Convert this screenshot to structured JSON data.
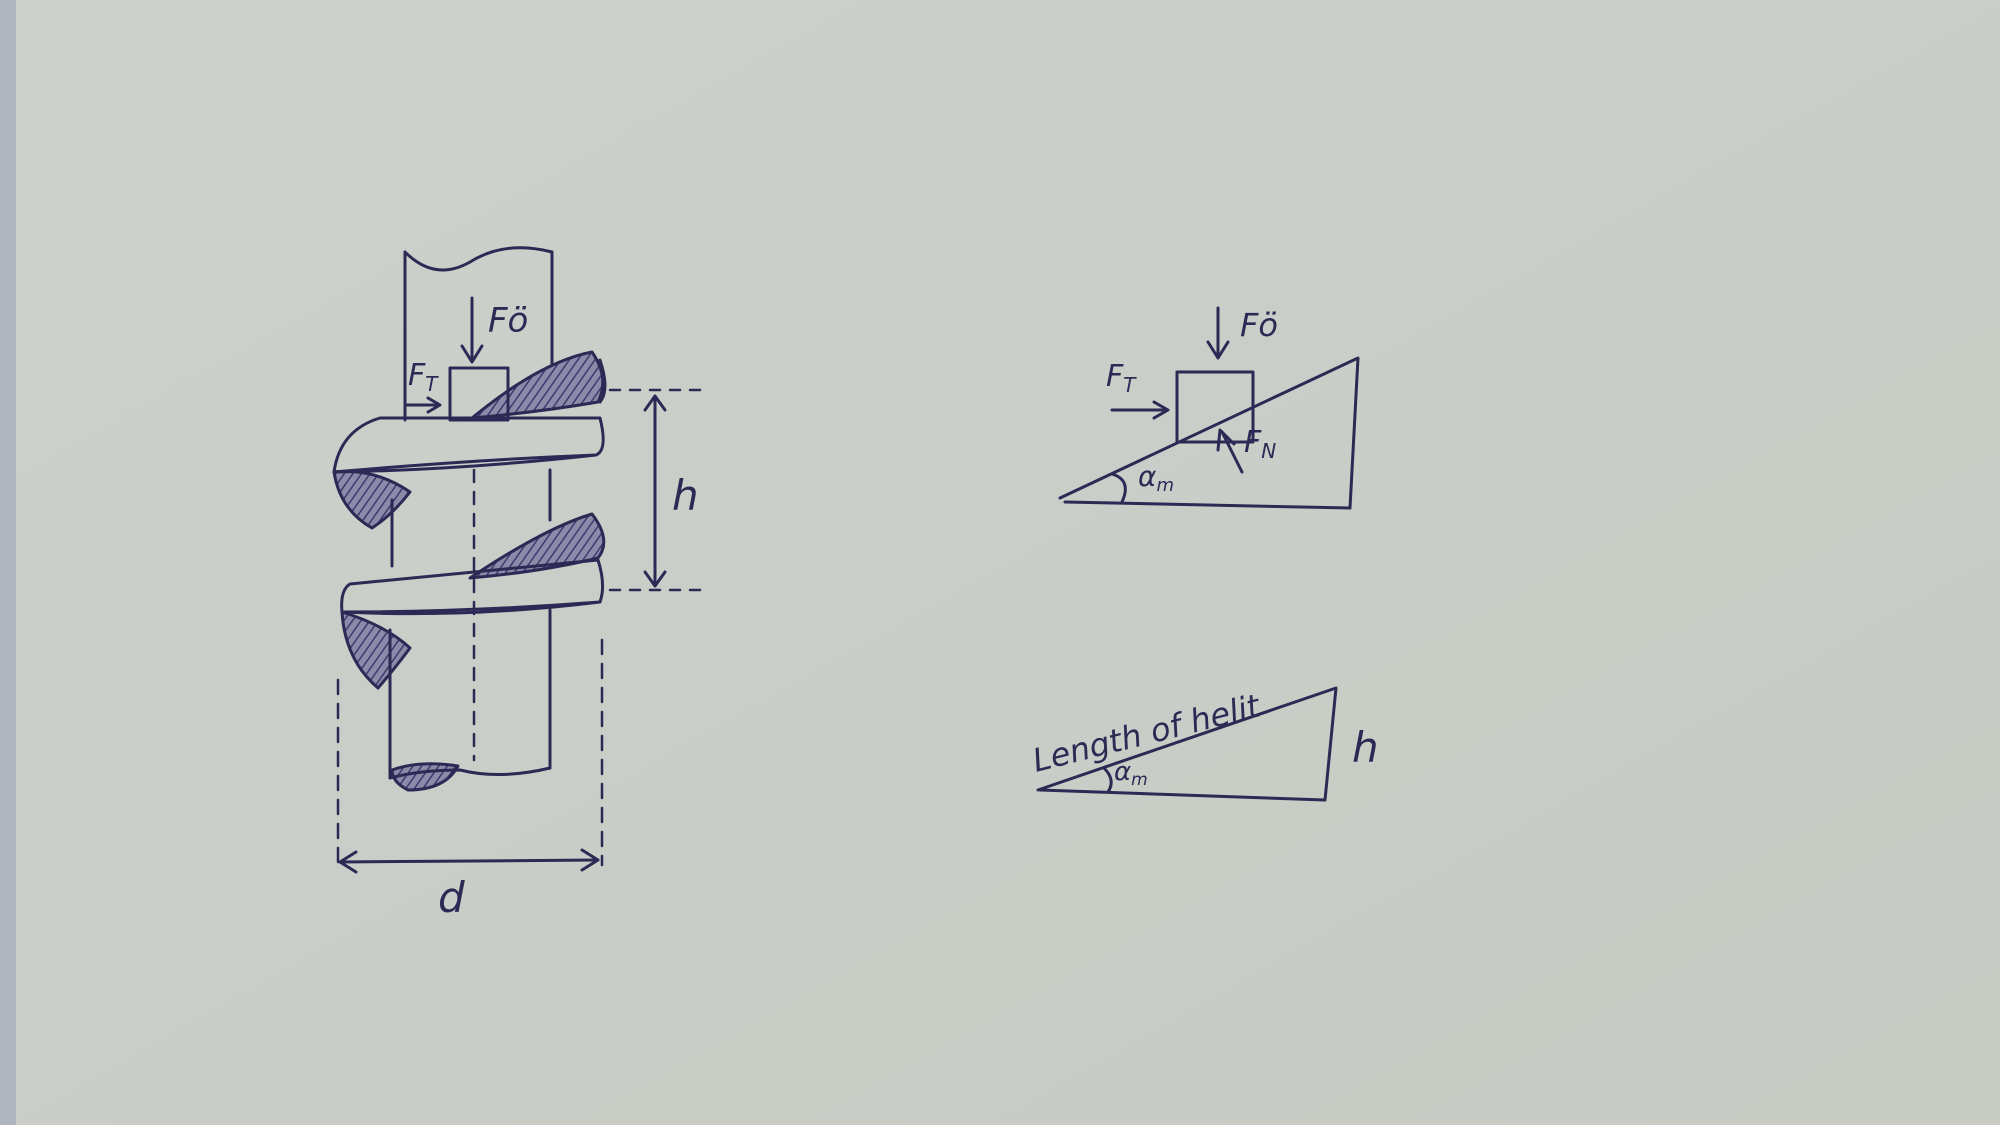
{
  "colors": {
    "paper": "#cfd1cc",
    "ink": "#2b2a55",
    "hatch": "#4a4778",
    "edge": "#aeb5bd"
  },
  "screw": {
    "axial_force": "Fö",
    "tangential_force": "FT",
    "tangential_force_main": "F",
    "tangential_force_sub": "T",
    "lead_label": "h",
    "diameter_label": "d"
  },
  "incline": {
    "axial_force": "Fö",
    "tangential_force_main": "F",
    "tangential_force_sub": "T",
    "normal_force_main": "F",
    "normal_force_sub": "N",
    "angle_main": "α",
    "angle_sub": "m"
  },
  "helix_triangle": {
    "hypotenuse_label": "Length of helit",
    "height_label": "h",
    "angle_main": "α",
    "angle_sub": "m"
  }
}
